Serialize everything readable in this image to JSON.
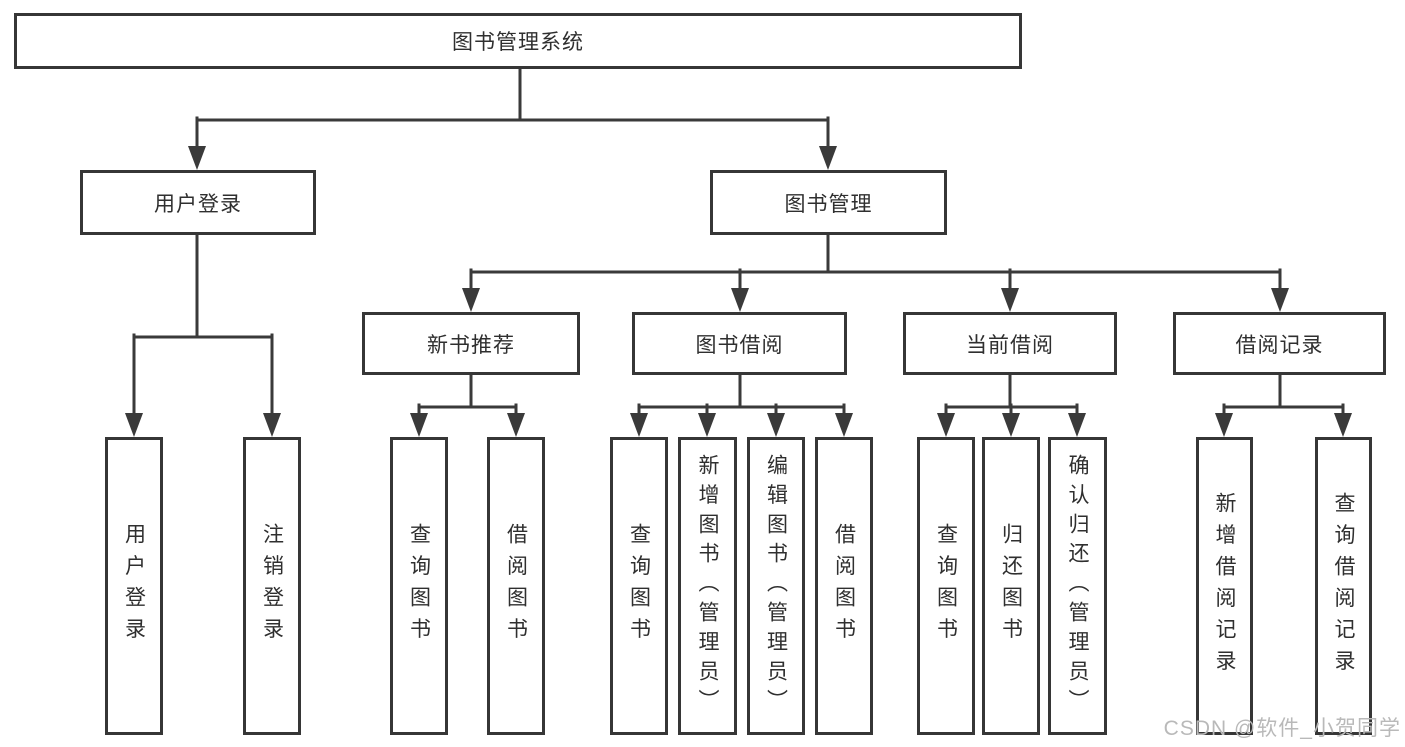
{
  "diagram": {
    "root": "图书管理系统",
    "branches": {
      "user_login": "用户登录",
      "book_management": "图书管理"
    },
    "modules": {
      "new_books": "新书推荐",
      "book_borrow": "图书借阅",
      "current_borrow": "当前借阅",
      "borrow_records": "借阅记录"
    },
    "leaves": {
      "user_login": [
        "用户登录",
        "注销登录"
      ],
      "new_books": [
        "查询图书",
        "借阅图书"
      ],
      "book_borrow": [
        "查询图书",
        "新增图书（管理员）",
        "编辑图书（管理员）",
        "借阅图书"
      ],
      "current_borrow": [
        "查询图书",
        "归还图书",
        "确认归还（管理员）"
      ],
      "borrow_records": [
        "新增借阅记录",
        "查询借阅记录"
      ]
    }
  },
  "watermark": {
    "text": "CSDN @软件_小贺同学"
  },
  "colors": {
    "line": "#3a3a3a",
    "box_border": "#363636",
    "text": "#2f2f2f",
    "background": "#ffffff",
    "watermark": "#b9b9b9"
  }
}
